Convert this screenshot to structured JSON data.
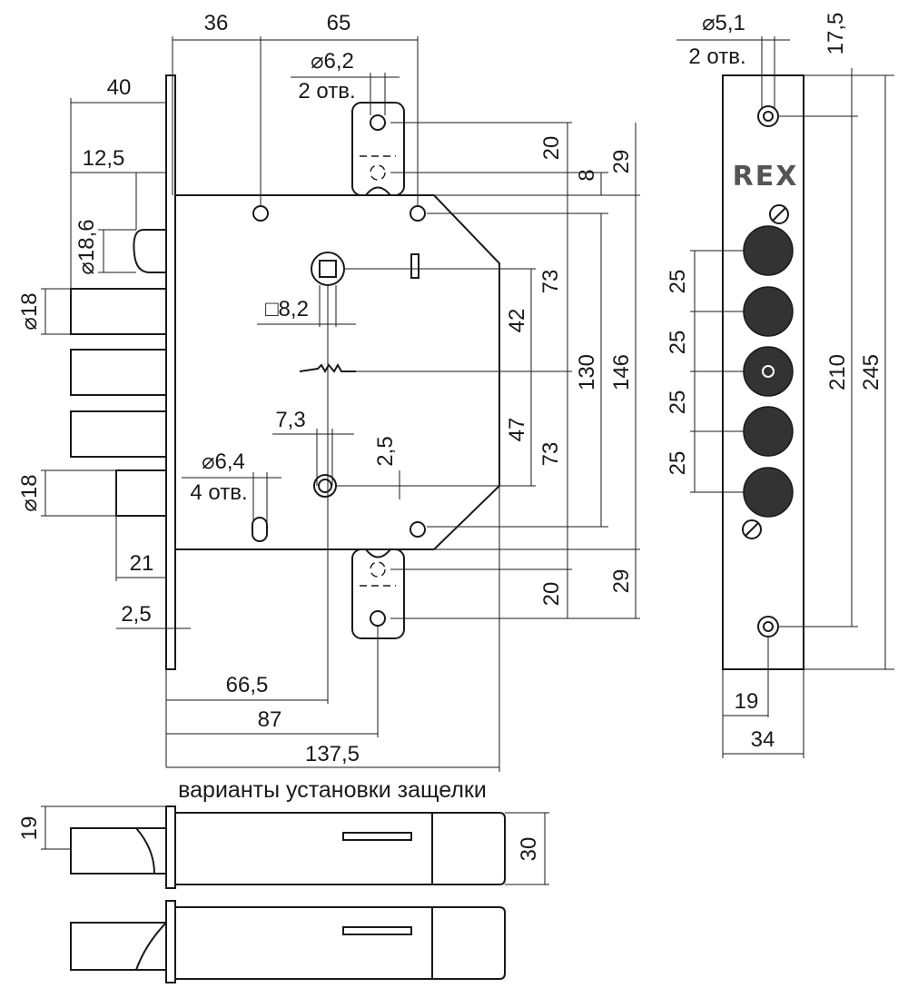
{
  "caption": "варианты установки защелки",
  "brand": "REX",
  "dimensions": {
    "top_36": "36",
    "top_65": "65",
    "hole_dia_62": "⌀6,2",
    "hole_count_2a": "2 отв.",
    "left_40": "40",
    "left_125": "12,5",
    "latch_dia_186": "⌀18,6",
    "bolt_dia_18a": "⌀18",
    "bolt_dia_18b": "⌀18",
    "square_82": "□8,2",
    "dim_73": "7,3",
    "dim_25_small": "2,5",
    "hole_dia_64": "⌀6,4",
    "hole_count_4": "4 отв.",
    "left_21": "21",
    "left_25": "2,5",
    "bottom_665": "66,5",
    "bottom_87": "87",
    "bottom_1375": "137,5",
    "right_20a": "20",
    "right_8": "8",
    "right_29a": "29",
    "right_73a": "73",
    "right_42": "42",
    "right_130": "130",
    "right_146": "146",
    "right_47": "47",
    "right_73b": "73",
    "right_20b": "20",
    "right_29b": "29",
    "plate_dia_51": "⌀5,1",
    "hole_count_2b": "2 отв.",
    "plate_175": "17,5",
    "plate_25a": "25",
    "plate_25b": "25",
    "plate_25c": "25",
    "plate_25d": "25",
    "plate_210": "210",
    "plate_245": "245",
    "plate_19": "19",
    "plate_34": "34",
    "latch_19": "19",
    "latch_30": "30"
  }
}
